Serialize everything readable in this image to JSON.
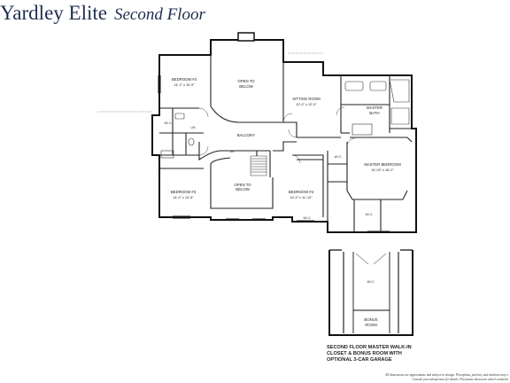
{
  "title": {
    "main": "Yardley Elite",
    "sub": "Second Floor"
  },
  "rooms": {
    "bedroom2": {
      "name": "BEDROOM #2",
      "size": "14'-2\" x 15'-5\""
    },
    "open_upper": {
      "name": "OPEN TO",
      "name2": "BELOW"
    },
    "sitting": {
      "name": "SITTING ROOM",
      "size": "12'-0\" x 12'-0\""
    },
    "master_bath": {
      "name": "MASTER",
      "name2": "BATH"
    },
    "balcony": {
      "name": "BALCONY"
    },
    "open_lower": {
      "name": "OPEN TO",
      "name2": "BELOW"
    },
    "bedroom3": {
      "name": "BEDROOM #3",
      "size": "14'-0\" x 14'-6\""
    },
    "bedroom4": {
      "name": "BEDROOM #4",
      "size": "14'-0\" x 11'-10\""
    },
    "master_bedroom": {
      "name": "MASTER BEDROOM",
      "size": "16'-00\" x 18'-0\""
    },
    "bonus": {
      "name": "BONUS",
      "name2": "ROOM"
    }
  },
  "small_labels": {
    "wic": "W.I.C.",
    "dn": "DN",
    "lin": "LIN"
  },
  "inset_caption": [
    "SECOND FLOOR MASTER WALK-IN",
    "CLOSET & BONUS ROOM WITH",
    "OPTIONAL 3-CAR GARAGE"
  ],
  "disclaimer": [
    "All dimensions are approximate and subject to change. Floorplans, porches, and windows may v",
    "Consult your salesperson for details. Elevations shown are artist's renderin"
  ]
}
